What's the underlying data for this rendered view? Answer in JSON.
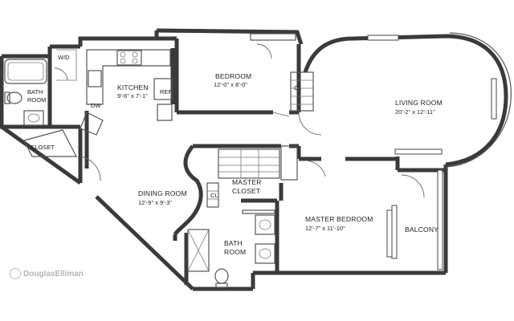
{
  "rooms": {
    "wd": "W/D",
    "bath1": [
      "BATH",
      "ROOM"
    ],
    "kitchen": {
      "name": "KITCHEN",
      "dim": "9'-6\" x 7'-1\""
    },
    "ref": "REF",
    "dw": "DW",
    "bedroom": {
      "name": "BEDROOM",
      "dim": "12'-0\" x 8'-0\""
    },
    "cl": "CL",
    "living": {
      "name": "LIVING ROOM",
      "dim": "20'-2\" x 12'-11\""
    },
    "closet": "CLOSET",
    "dining": {
      "name": "DINING ROOM",
      "dim": "12'-9\" x 9'-3\""
    },
    "cl2": "CL",
    "master_closet": [
      "MASTER",
      "CLOSET"
    ],
    "master_bedroom": {
      "name": "MASTER BEDROOM",
      "dim": "12'-7\" x 11'-10\""
    },
    "bath2": [
      "BATH",
      "ROOM"
    ],
    "balcony": "BALCONY"
  },
  "watermark": {
    "text": "DouglasElliman",
    "logo_icon": "douglas-elliman-logo-icon"
  }
}
